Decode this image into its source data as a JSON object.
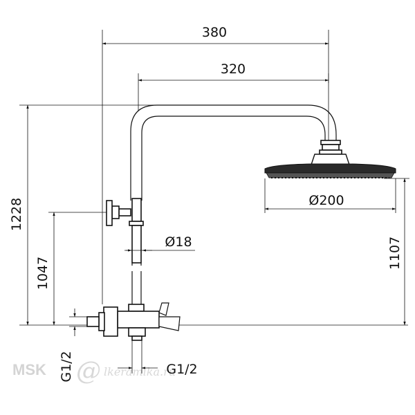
{
  "drawing": {
    "dimensions": {
      "arm_outer_width": "380",
      "arm_inner_width": "320",
      "total_height": "1228",
      "mixer_to_valve_height": "1047",
      "head_height": "1107",
      "head_diameter": "Ø200",
      "pipe_diameter": "Ø18",
      "outlet_thread": "G1/2",
      "inlet_thread": "G1/2"
    },
    "watermark": {
      "brand": "MSK",
      "at_symbol": "@",
      "domain": "lkeramika.ru"
    }
  }
}
